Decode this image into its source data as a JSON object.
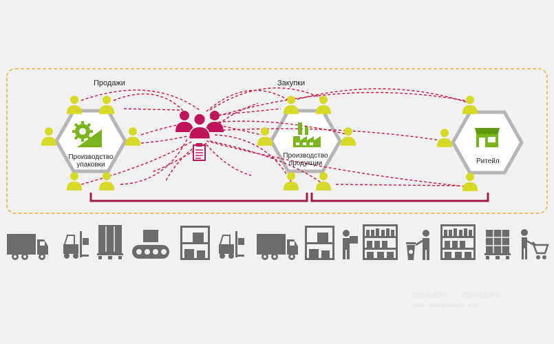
{
  "labels": {
    "sales": "Продажи",
    "purchases": "Закупки",
    "packaging_line1": "Производство",
    "packaging_line2": "упаковки",
    "production_line1": "Производство",
    "production_line2": "продукции",
    "retail": "Ритейл"
  },
  "watermark": {
    "line1": "СВИБЕРГ ⓘ СВИБЕРГ",
    "line2": "www.svibergsystems.com"
  },
  "colors": {
    "person": "#d7d926",
    "magenta": "#c0145a",
    "dash": "#d0103a",
    "bracket": "#9e1a4a",
    "frame": "#f0b040",
    "green": "#7ab51d",
    "hex_stroke": "#b5b5b5",
    "icon": "#6b6b6b"
  },
  "logistics_icons": [
    "truck-icon",
    "forklift-icon",
    "pallet-stack-icon",
    "conveyor-icon",
    "shelf-rack-icon",
    "forklift-icon",
    "truck-icon",
    "shelf-rack-icon",
    "worker-box-icon",
    "store-shelf-icon",
    "recycling-worker-icon",
    "store-shelf-icon",
    "pallet-grid-icon",
    "shopping-cart-icon"
  ]
}
